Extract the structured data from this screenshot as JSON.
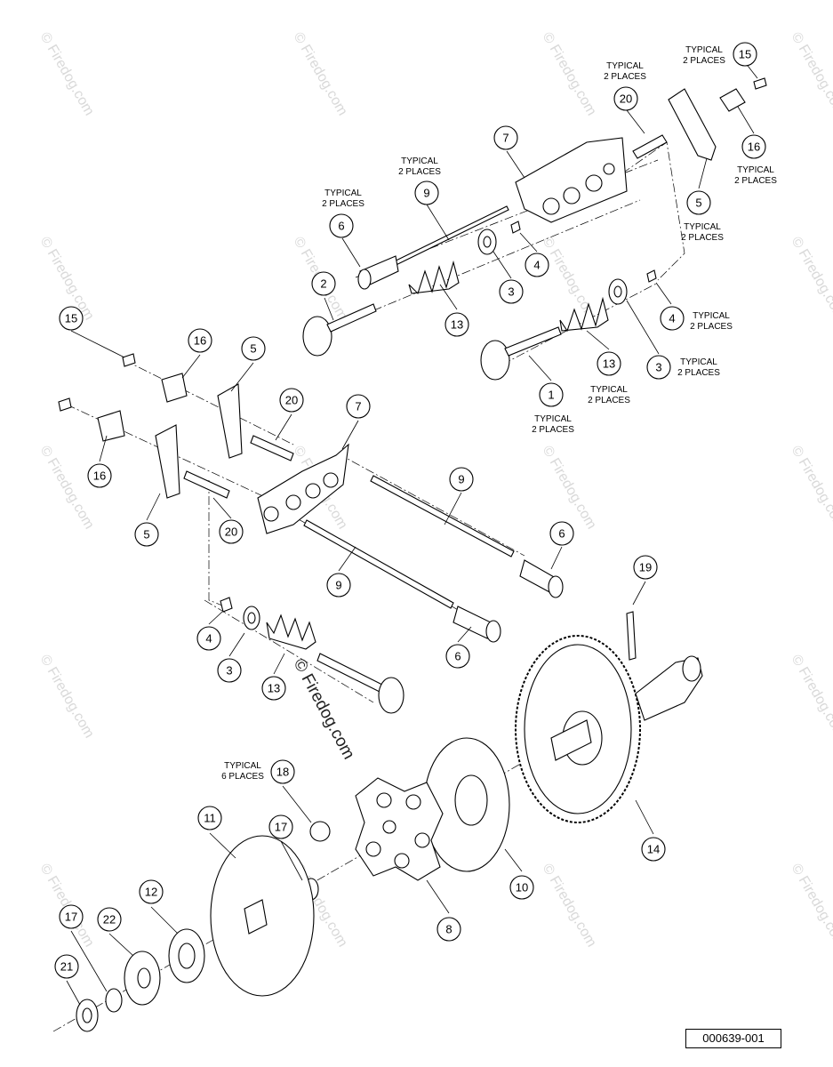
{
  "drawing_number": "000639-001",
  "watermark": "© Firedog.com",
  "callouts": [
    {
      "id": "c15a",
      "label": "15"
    },
    {
      "id": "c20a",
      "label": "20"
    },
    {
      "id": "c16a",
      "label": "16"
    },
    {
      "id": "c7a",
      "label": "7"
    },
    {
      "id": "c9a",
      "label": "9"
    },
    {
      "id": "c6a",
      "label": "6"
    },
    {
      "id": "c5a",
      "label": "5"
    },
    {
      "id": "c2a",
      "label": "2"
    },
    {
      "id": "c4a",
      "label": "4"
    },
    {
      "id": "c3a",
      "label": "3"
    },
    {
      "id": "c13a",
      "label": "13"
    },
    {
      "id": "c4b",
      "label": "4"
    },
    {
      "id": "c13b",
      "label": "13"
    },
    {
      "id": "c3b",
      "label": "3"
    },
    {
      "id": "c1a",
      "label": "1"
    },
    {
      "id": "c15b",
      "label": "15"
    },
    {
      "id": "c16b",
      "label": "16"
    },
    {
      "id": "c5b",
      "label": "5"
    },
    {
      "id": "c20b",
      "label": "20"
    },
    {
      "id": "c7b",
      "label": "7"
    },
    {
      "id": "c16c",
      "label": "16"
    },
    {
      "id": "c9b",
      "label": "9"
    },
    {
      "id": "c5c",
      "label": "5"
    },
    {
      "id": "c20c",
      "label": "20"
    },
    {
      "id": "c6b",
      "label": "6"
    },
    {
      "id": "c19a",
      "label": "19"
    },
    {
      "id": "c9c",
      "label": "9"
    },
    {
      "id": "c4c",
      "label": "4"
    },
    {
      "id": "c6c",
      "label": "6"
    },
    {
      "id": "c3c",
      "label": "3"
    },
    {
      "id": "c13c",
      "label": "13"
    },
    {
      "id": "c18a",
      "label": "18"
    },
    {
      "id": "c11a",
      "label": "11"
    },
    {
      "id": "c17a",
      "label": "17"
    },
    {
      "id": "c14a",
      "label": "14"
    },
    {
      "id": "c10a",
      "label": "10"
    },
    {
      "id": "c12a",
      "label": "12"
    },
    {
      "id": "c17b",
      "label": "17"
    },
    {
      "id": "c22a",
      "label": "22"
    },
    {
      "id": "c8a",
      "label": "8"
    },
    {
      "id": "c21a",
      "label": "21"
    }
  ],
  "notes": {
    "typical_2_places": [
      "TYPICAL",
      "2 PLACES"
    ],
    "typical_6_places": [
      "TYPICAL",
      "6 PLACES"
    ]
  }
}
